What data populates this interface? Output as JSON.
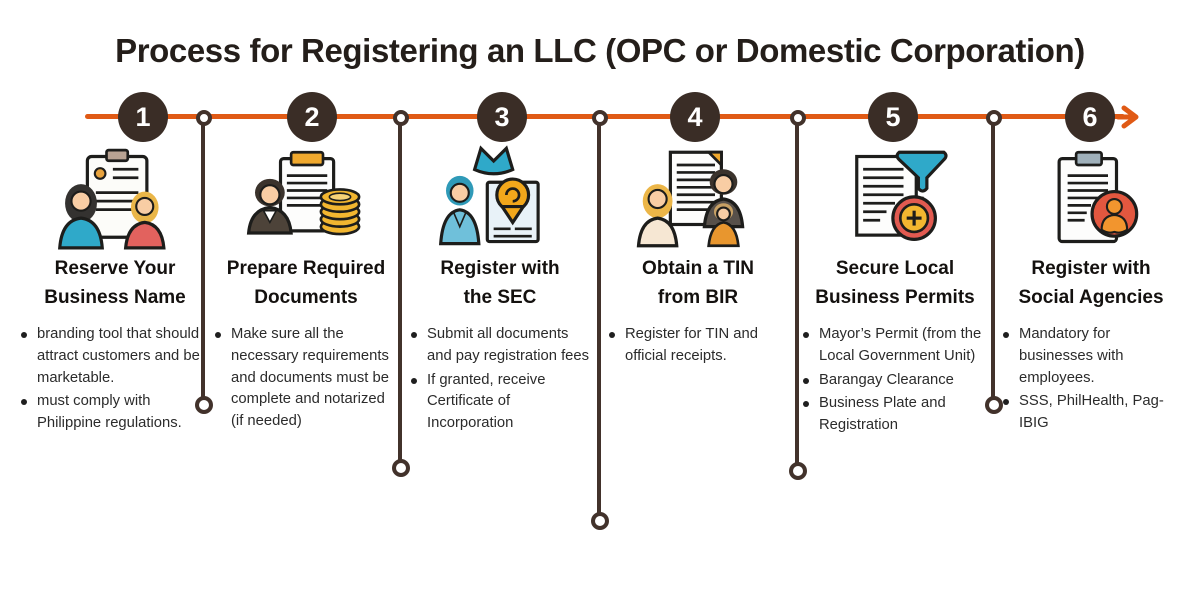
{
  "title": "Process for Registering an LLC (OPC or Domestic Corporation)",
  "colors": {
    "accent_orange": "#E05A15",
    "dark_brown": "#3A2D26",
    "pin_brown": "#42322B",
    "heading_text": "#14110F",
    "body_text": "#2B2B2B"
  },
  "timeline": {
    "direction": "left-to-right",
    "arrow_icon": "right-arrow-icon"
  },
  "steps": [
    {
      "number": "1",
      "icon": "people-clipboard-icon",
      "title": "Reserve Your\nBusiness Name",
      "bullets": [
        "branding tool that should attract customers and be marketable.",
        "must comply with Philippine regulations."
      ]
    },
    {
      "number": "2",
      "icon": "person-document-coins-icon",
      "title": "Prepare Required\nDocuments",
      "bullets": [
        "Make sure all the necessary requirements and documents must be complete and notarized (if needed)"
      ]
    },
    {
      "number": "3",
      "icon": "crown-person-map-pin-document-icon",
      "title": "Register with\nthe SEC",
      "bullets": [
        "Submit all documents and pay registration fees",
        "If granted, receive Certificate of Incorporation"
      ]
    },
    {
      "number": "4",
      "icon": "family-tin-document-icon",
      "title": "Obtain a TIN\nfrom BIR",
      "bullets": [
        "Register for TIN and official receipts."
      ]
    },
    {
      "number": "5",
      "icon": "permit-document-funnel-plus-icon",
      "title": "Secure Local\nBusiness Permits",
      "bullets": [
        "Mayor’s Permit (from the Local Government Unit)",
        "Barangay Clearance",
        "Business Plate and Registration"
      ]
    },
    {
      "number": "6",
      "icon": "clipboard-social-person-icon",
      "title": "Register with\nSocial Agencies",
      "bullets": [
        "Mandatory for businesses with employees.",
        "SSS, PhilHealth, Pag-IBIG"
      ]
    }
  ]
}
